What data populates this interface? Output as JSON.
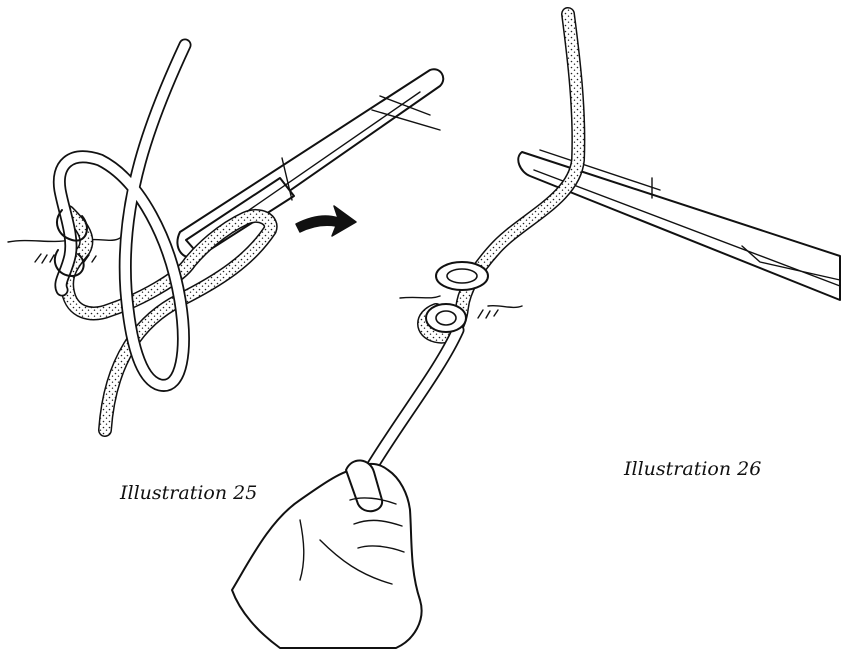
{
  "figures": [
    {
      "id": "25",
      "caption": "Illustration 25"
    },
    {
      "id": "26",
      "caption": "Illustration 26"
    }
  ],
  "colors": {
    "ink": "#111111",
    "paper": "#ffffff"
  },
  "icons": {
    "transition": "arrow-right-icon"
  }
}
